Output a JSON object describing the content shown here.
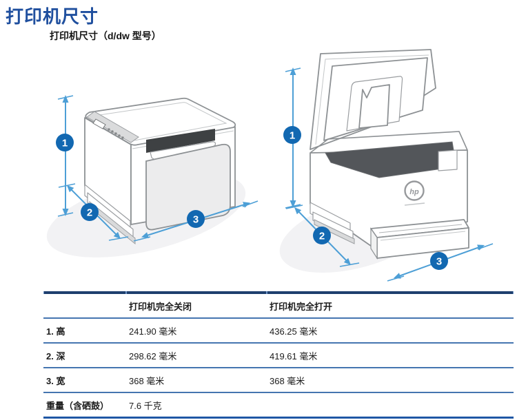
{
  "page": {
    "title": "打印机尺寸",
    "subtitle": "打印机尺寸（d/dw 型号）"
  },
  "figures": {
    "closed": {
      "badges": [
        "1",
        "2",
        "3"
      ]
    },
    "open": {
      "badges": [
        "1",
        "2",
        "3"
      ],
      "hp_logo": "hp"
    }
  },
  "table": {
    "columns": [
      "",
      "打印机完全关闭",
      "打印机完全打开"
    ],
    "rows": [
      {
        "label": "1. 高",
        "closed": "241.90 毫米",
        "open": "436.25 毫米"
      },
      {
        "label": "2. 深",
        "closed": "298.62 毫米",
        "open": "419.61 毫米"
      },
      {
        "label": "3. 宽",
        "closed": "368 毫米",
        "open": "368 毫米"
      },
      {
        "label": "重量（含硒鼓）",
        "closed": "7.6 千克",
        "open": ""
      }
    ]
  },
  "colors": {
    "title_blue": "#1f4f9e",
    "badge_blue": "#1268b1",
    "arrow_blue": "#4d9fd6",
    "table_top_border": "#1e3f6e",
    "table_row_border": "#4575b0",
    "table_bottom_border": "#1f57a5"
  }
}
